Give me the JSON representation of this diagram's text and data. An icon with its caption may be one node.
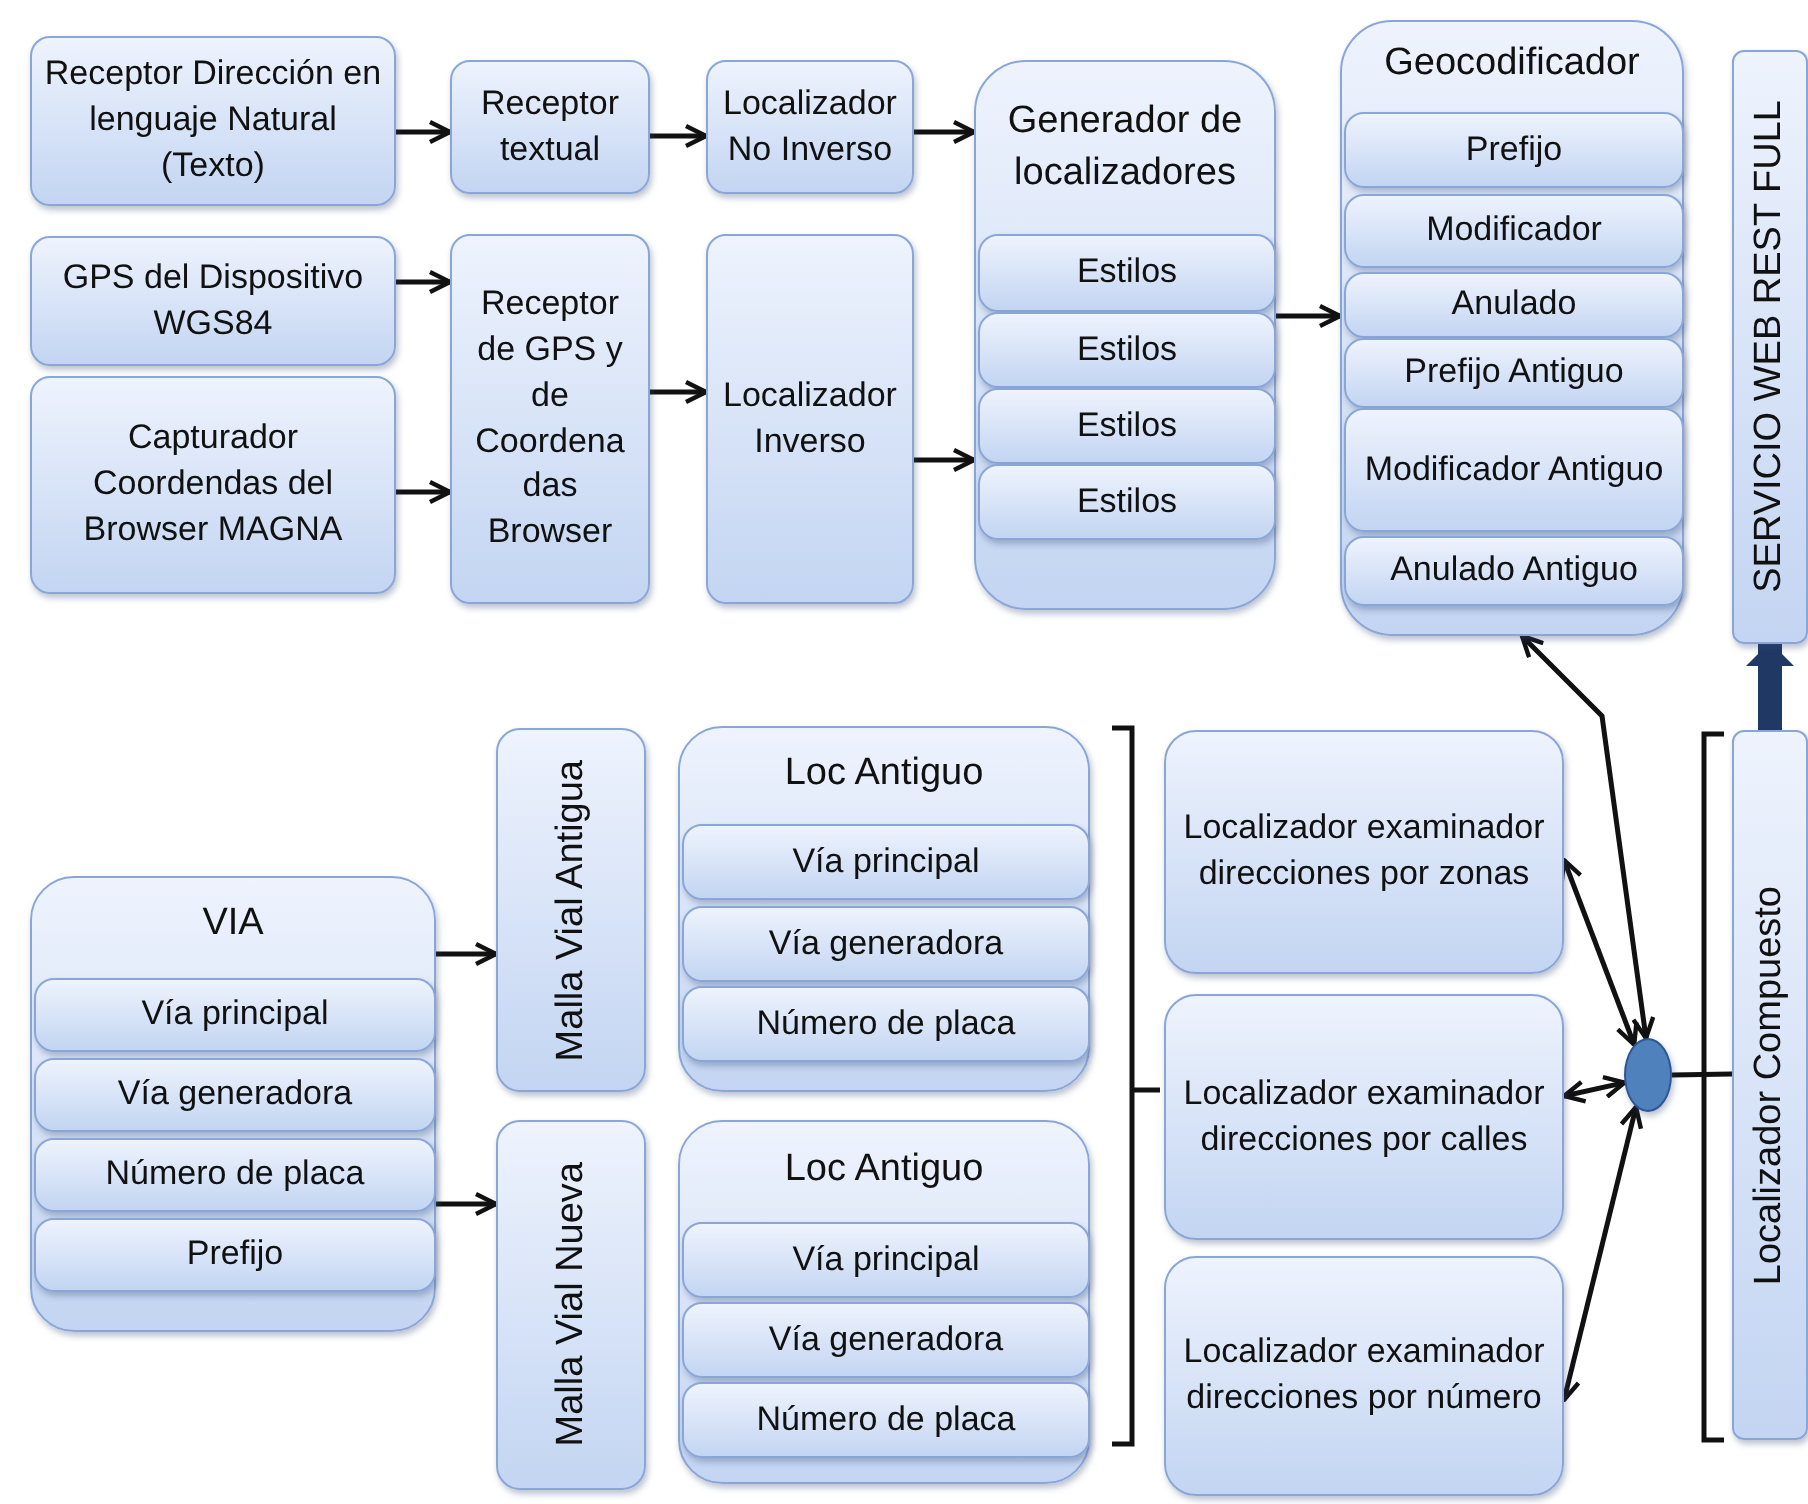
{
  "diagram": {
    "nodes": [
      {
        "text": [
          "Receptor Dirección en lenguaje Natural (Texto)"
        ]
      },
      {
        "text": [
          "Receptor textual"
        ]
      },
      {
        "text": [
          "Localizador No Inverso"
        ]
      },
      {
        "text": [
          "Generador de localizadores"
        ]
      },
      {
        "text": [
          "Estilos"
        ],
        "in": 3
      },
      {
        "text": [
          "Estilos"
        ],
        "in": 3
      },
      {
        "text": [
          "Estilos"
        ],
        "in": 3
      },
      {
        "text": [
          "Estilos"
        ],
        "in": 3
      },
      {
        "text": [
          "Geocodificador"
        ]
      },
      {
        "text": [
          "Prefijo"
        ],
        "in": 8
      },
      {
        "text": [
          "Modificador"
        ],
        "in": 8
      },
      {
        "text": [
          "Anulado"
        ],
        "in": 8
      },
      {
        "text": [
          "Prefijo Antiguo"
        ],
        "in": 8
      },
      {
        "text": [
          "Modificador Antiguo"
        ],
        "in": 8
      },
      {
        "text": [
          "Anulado Antiguo"
        ],
        "in": 8
      },
      {
        "text": [
          "SERVICIO WEB REST FULL"
        ]
      },
      {
        "text": [
          "GPS del Dispositivo WGS84"
        ]
      },
      {
        "text": [
          "Receptor de GPS y de Coordena das Browser"
        ]
      },
      {
        "text": [
          "Capturador Coordendas del Browser MAGNA"
        ]
      },
      {
        "text": [
          "Localizador Inverso"
        ]
      },
      {
        "text": [
          "Malla Vial Antigua"
        ]
      },
      {
        "text": [
          "Loc Antiguo"
        ]
      },
      {
        "text": [
          "Vía principal"
        ],
        "in": 21
      },
      {
        "text": [
          "Vía generadora"
        ],
        "in": 21
      },
      {
        "text": [
          "Número de placa"
        ],
        "in": 21
      },
      {
        "text": [
          "Localizador examinador direcciones por zonas"
        ]
      },
      {
        "text": [
          "VIA"
        ]
      },
      {
        "text": [
          "Vía principal"
        ],
        "in": 26
      },
      {
        "text": [
          "Vía generadora"
        ],
        "in": 26
      },
      {
        "text": [
          "Número de placa"
        ],
        "in": 26
      },
      {
        "text": [
          "Prefijo"
        ],
        "in": 26
      },
      {
        "text": [
          "Localizador Compuesto"
        ]
      },
      {
        "text": [
          "Malla Vial Nueva"
        ]
      },
      {
        "text": [
          "Loc Antiguo"
        ]
      },
      {
        "text": [
          "Vía principal"
        ],
        "in": 33
      },
      {
        "text": [
          "Vía generadora"
        ],
        "in": 33
      },
      {
        "text": [
          "Número de placa"
        ],
        "in": 33
      },
      {
        "text": [
          "Localizador examinador direcciones por calles"
        ]
      },
      {
        "text": [
          "Localizador examinador direcciones por número"
        ]
      },
      {
        "text": [],
        "shape": "circle"
      }
    ],
    "edges": [
      {
        "from": 0,
        "to": 1,
        "arrow": "to"
      },
      {
        "from": 1,
        "to": 2,
        "arrow": "to"
      },
      {
        "from": 2,
        "to": 3,
        "arrow": "to"
      },
      {
        "from": 3,
        "to": 8,
        "arrow": "to"
      },
      {
        "from": 16,
        "to": 17,
        "arrow": "to"
      },
      {
        "from": 18,
        "to": 17,
        "arrow": "to"
      },
      {
        "from": 17,
        "to": 19,
        "arrow": "to"
      },
      {
        "from": 19,
        "to": 3,
        "arrow": "to"
      },
      {
        "from": 39,
        "to": 8,
        "arrow": "both"
      },
      {
        "from": 31,
        "to": 15,
        "arrow": "to",
        "style": "thick",
        "color": "#1f3864"
      },
      {
        "from": 26,
        "to": 20,
        "arrow": "to"
      },
      {
        "from": 39,
        "to": 25,
        "arrow": "both"
      },
      {
        "from": 39,
        "to": 37,
        "arrow": "both"
      },
      {
        "from": 26,
        "to": 32,
        "arrow": "to"
      },
      {
        "from": 39,
        "to": 38,
        "arrow": "both"
      },
      {
        "from": 39,
        "to": 31,
        "arrow": "none"
      }
    ]
  }
}
